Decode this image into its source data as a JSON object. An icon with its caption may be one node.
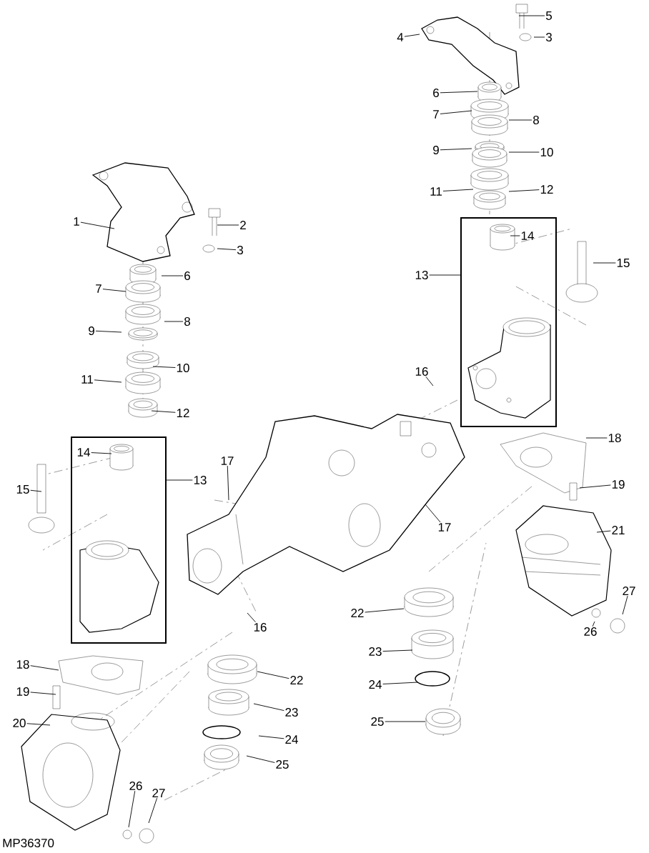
{
  "diagram": {
    "nodes": [
      {
        "text": [
          "4"
        ]
      },
      {
        "text": [
          "5"
        ]
      },
      {
        "text": [
          "3"
        ]
      },
      {
        "text": [
          "6"
        ]
      },
      {
        "text": [
          "7"
        ]
      },
      {
        "text": [
          "8"
        ]
      },
      {
        "text": [
          "9"
        ]
      },
      {
        "text": [
          "10"
        ]
      },
      {
        "text": [
          "11"
        ]
      },
      {
        "text": [
          "12"
        ]
      },
      {
        "text": [
          "1"
        ]
      },
      {
        "text": [
          "2"
        ]
      },
      {
        "text": [],
        "shape": "box"
      },
      {
        "text": [
          "14"
        ],
        "in": 12
      },
      {
        "text": [
          "3"
        ]
      },
      {
        "text": [
          "15"
        ]
      },
      {
        "text": [
          "13"
        ]
      },
      {
        "text": [
          "6"
        ]
      },
      {
        "text": [
          "7"
        ]
      },
      {
        "text": [
          "8"
        ]
      },
      {
        "text": [
          "9"
        ]
      },
      {
        "text": [
          "10"
        ]
      },
      {
        "text": [
          "16"
        ]
      },
      {
        "text": [
          "11"
        ]
      },
      {
        "text": [
          "12"
        ]
      },
      {
        "text": [],
        "shape": "box"
      },
      {
        "text": [
          "14"
        ],
        "in": 25
      },
      {
        "text": [
          "18"
        ]
      },
      {
        "text": [
          "17"
        ]
      },
      {
        "text": [
          "13"
        ]
      },
      {
        "text": [
          "19"
        ]
      },
      {
        "text": [
          "15"
        ]
      },
      {
        "text": [
          "17"
        ]
      },
      {
        "text": [
          "21"
        ]
      },
      {
        "text": [
          "27"
        ]
      },
      {
        "text": [
          "22"
        ]
      },
      {
        "text": [
          "16"
        ]
      },
      {
        "text": [
          "26"
        ]
      },
      {
        "text": [
          "23"
        ]
      },
      {
        "text": [
          "18"
        ]
      },
      {
        "text": [
          "22"
        ]
      },
      {
        "text": [
          "24"
        ]
      },
      {
        "text": [
          "19"
        ]
      },
      {
        "text": [
          "23"
        ]
      },
      {
        "text": [
          "25"
        ]
      },
      {
        "text": [
          "20"
        ]
      },
      {
        "text": [
          "24"
        ]
      },
      {
        "text": [
          "25"
        ]
      },
      {
        "text": [
          "26"
        ]
      },
      {
        "text": [
          "27"
        ]
      }
    ],
    "edges": [
      {
        "from": 0,
        "to": null,
        "arrow": "none"
      },
      {
        "from": 1,
        "to": null,
        "arrow": "none"
      },
      {
        "from": 2,
        "to": null,
        "arrow": "none"
      },
      {
        "from": 3,
        "to": null,
        "arrow": "none"
      },
      {
        "from": 4,
        "to": null,
        "arrow": "none"
      },
      {
        "from": 5,
        "to": null,
        "arrow": "none"
      },
      {
        "from": 6,
        "to": null,
        "arrow": "none"
      },
      {
        "from": 7,
        "to": null,
        "arrow": "none"
      },
      {
        "from": 8,
        "to": null,
        "arrow": "none"
      },
      {
        "from": 9,
        "to": null,
        "arrow": "none"
      },
      {
        "from": 10,
        "to": null,
        "arrow": "none"
      },
      {
        "from": 11,
        "to": null,
        "arrow": "none"
      },
      {
        "from": 13,
        "to": null,
        "arrow": "none"
      },
      {
        "from": 14,
        "to": null,
        "arrow": "none"
      },
      {
        "from": 15,
        "to": null,
        "arrow": "none"
      },
      {
        "from": 16,
        "to": 12,
        "arrow": "none"
      },
      {
        "from": 17,
        "to": null,
        "arrow": "none"
      },
      {
        "from": 18,
        "to": null,
        "arrow": "none"
      },
      {
        "from": 19,
        "to": null,
        "arrow": "none"
      },
      {
        "from": 20,
        "to": null,
        "arrow": "none"
      },
      {
        "from": 21,
        "to": null,
        "arrow": "none"
      },
      {
        "from": 22,
        "to": null,
        "arrow": "none"
      },
      {
        "from": 23,
        "to": null,
        "arrow": "none"
      },
      {
        "from": 24,
        "to": null,
        "arrow": "none"
      },
      {
        "from": 26,
        "to": null,
        "arrow": "none"
      },
      {
        "from": 27,
        "to": null,
        "arrow": "none"
      },
      {
        "from": 28,
        "to": null,
        "arrow": "none"
      },
      {
        "from": 29,
        "to": 25,
        "arrow": "none"
      },
      {
        "from": 30,
        "to": null,
        "arrow": "none"
      },
      {
        "from": 31,
        "to": null,
        "arrow": "none"
      },
      {
        "from": 32,
        "to": null,
        "arrow": "none"
      },
      {
        "from": 33,
        "to": null,
        "arrow": "none"
      },
      {
        "from": 34,
        "to": null,
        "arrow": "none"
      },
      {
        "from": 35,
        "to": null,
        "arrow": "none"
      },
      {
        "from": 36,
        "to": null,
        "arrow": "none"
      },
      {
        "from": 37,
        "to": null,
        "arrow": "none"
      },
      {
        "from": 38,
        "to": null,
        "arrow": "none"
      },
      {
        "from": 39,
        "to": null,
        "arrow": "none"
      },
      {
        "from": 40,
        "to": null,
        "arrow": "none"
      },
      {
        "from": 41,
        "to": null,
        "arrow": "none"
      },
      {
        "from": 42,
        "to": null,
        "arrow": "none"
      },
      {
        "from": 43,
        "to": null,
        "arrow": "none"
      },
      {
        "from": 44,
        "to": null,
        "arrow": "none"
      },
      {
        "from": 45,
        "to": null,
        "arrow": "none"
      },
      {
        "from": 46,
        "to": null,
        "arrow": "none"
      },
      {
        "from": 47,
        "to": null,
        "arrow": "none"
      },
      {
        "from": 48,
        "to": null,
        "arrow": "none"
      },
      {
        "from": 49,
        "to": null,
        "arrow": "none"
      }
    ],
    "labels": [
      "MP36370"
    ]
  }
}
